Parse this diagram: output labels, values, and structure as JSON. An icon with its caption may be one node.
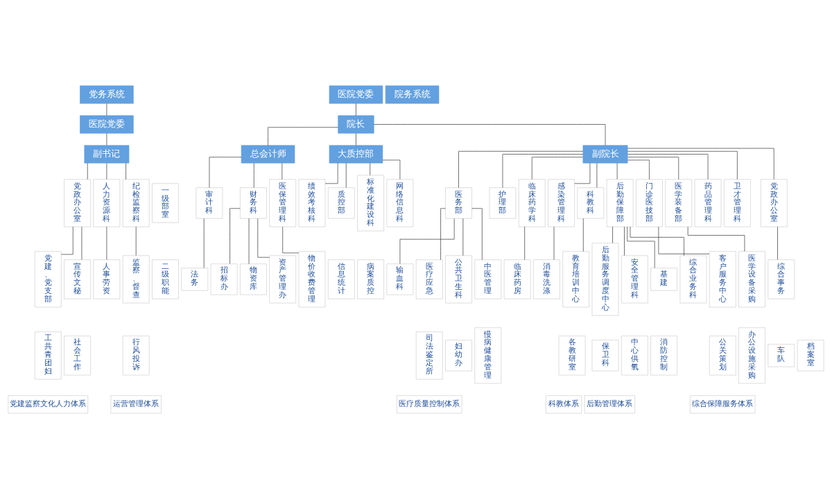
{
  "diagram": {
    "nodes": [
      {
        "text": [
          "党务系统"
        ]
      },
      {
        "text": [
          "医院党委"
        ]
      },
      {
        "text": [
          "副书记"
        ]
      },
      {
        "text": [
          "医院党委"
        ]
      },
      {
        "text": [
          "院长"
        ]
      },
      {
        "text": [
          "院务系统"
        ]
      },
      {
        "text": [
          "总会计师"
        ]
      },
      {
        "text": [
          "大质控部"
        ]
      },
      {
        "text": [
          "副院长"
        ]
      },
      {
        "text": [
          "党政办公室"
        ]
      },
      {
        "text": [
          "人力资源科"
        ]
      },
      {
        "text": [
          "纪检监察科"
        ]
      },
      {
        "text": [
          "审计科"
        ]
      },
      {
        "text": [
          "财务科"
        ]
      },
      {
        "text": [
          "医保管理科"
        ]
      },
      {
        "text": [
          "绩效考核科"
        ]
      },
      {
        "text": [
          "质控部"
        ]
      },
      {
        "text": [
          "标准化建设科"
        ]
      },
      {
        "text": [
          "网络信息科"
        ]
      },
      {
        "text": [
          "医务部"
        ]
      },
      {
        "text": [
          "护理部"
        ]
      },
      {
        "text": [
          "临床药学科"
        ]
      },
      {
        "text": [
          "感染管理科"
        ]
      },
      {
        "text": [
          "科教科"
        ]
      },
      {
        "text": [
          "后勤保障部"
        ]
      },
      {
        "text": [
          "门诊医技部"
        ]
      },
      {
        "text": [
          "医学装备部"
        ]
      },
      {
        "text": [
          "药品管理科"
        ]
      },
      {
        "text": [
          "卫才管理科"
        ]
      },
      {
        "text": [
          "党政办公室"
        ]
      },
      {
        "text": [
          "一级部室"
        ]
      },
      {
        "text": [
          "党建、党支部"
        ]
      },
      {
        "text": [
          "宣传文秘"
        ]
      },
      {
        "text": [
          "人事劳资"
        ]
      },
      {
        "text": [
          "监察、督查"
        ]
      },
      {
        "text": [
          "法务"
        ]
      },
      {
        "text": [
          "招标办"
        ]
      },
      {
        "text": [
          "物资库"
        ]
      },
      {
        "text": [
          "资产管理办"
        ]
      },
      {
        "text": [
          "物价收费管理"
        ]
      },
      {
        "text": [
          "信息统计"
        ]
      },
      {
        "text": [
          "病案质控"
        ]
      },
      {
        "text": [
          "输血科"
        ]
      },
      {
        "text": [
          "医疗应急"
        ]
      },
      {
        "text": [
          "公共卫生科"
        ]
      },
      {
        "text": [
          "中医管理"
        ]
      },
      {
        "text": [
          "临床药房"
        ]
      },
      {
        "text": [
          "消毒洗涤"
        ]
      },
      {
        "text": [
          "教育培训中心"
        ]
      },
      {
        "text": [
          "后勤服务调度中心"
        ]
      },
      {
        "text": [
          "安全管理科"
        ]
      },
      {
        "text": [
          "基建"
        ]
      },
      {
        "text": [
          "综合业务科"
        ]
      },
      {
        "text": [
          "客户服务中心"
        ]
      },
      {
        "text": [
          "医学设备采购"
        ]
      },
      {
        "text": [
          "综合事务"
        ]
      },
      {
        "text": [
          "二级职能"
        ]
      },
      {
        "text": [
          "工共青团妇"
        ]
      },
      {
        "text": [
          "社会工作"
        ]
      },
      {
        "text": [
          "行风投诉"
        ]
      },
      {
        "text": [
          "司法鉴定所"
        ]
      },
      {
        "text": [
          "妇幼办"
        ]
      },
      {
        "text": [
          "慢病健康管理"
        ]
      },
      {
        "text": [
          "各教研室"
        ]
      },
      {
        "text": [
          "保卫科"
        ]
      },
      {
        "text": [
          "中心供氧"
        ]
      },
      {
        "text": [
          "消防控制"
        ]
      },
      {
        "text": [
          "公关策划"
        ]
      },
      {
        "text": [
          "办公设施采购"
        ]
      },
      {
        "text": [
          "车队"
        ]
      },
      {
        "text": [
          "档案室"
        ]
      },
      {
        "text": [
          "党建监察文化人力体系"
        ]
      },
      {
        "text": [
          "运营管理体系"
        ]
      },
      {
        "text": [
          "医疗质量控制体系"
        ]
      },
      {
        "text": [
          "科教体系"
        ]
      },
      {
        "text": [
          "后勤管理体系"
        ]
      },
      {
        "text": [
          "综合保障服务体系"
        ]
      }
    ],
    "edges": [
      {
        "from": 0,
        "to": 1,
        "arrow": "none"
      },
      {
        "from": 1,
        "to": 2,
        "arrow": "none"
      },
      {
        "from": 3,
        "to": 4,
        "arrow": "none"
      },
      {
        "from": 4,
        "to": 6,
        "arrow": "none"
      },
      {
        "from": 4,
        "to": 7,
        "arrow": "none"
      },
      {
        "from": 4,
        "to": 8,
        "arrow": "none"
      },
      {
        "from": 2,
        "to": 9,
        "arrow": "none"
      },
      {
        "from": 2,
        "to": 10,
        "arrow": "none"
      },
      {
        "from": 2,
        "to": 11,
        "arrow": "none"
      },
      {
        "from": 6,
        "to": 12,
        "arrow": "none"
      },
      {
        "from": 6,
        "to": 13,
        "arrow": "none"
      },
      {
        "from": 6,
        "to": 14,
        "arrow": "none"
      },
      {
        "from": 7,
        "to": 15,
        "arrow": "none"
      },
      {
        "from": 7,
        "to": 16,
        "arrow": "none"
      },
      {
        "from": 7,
        "to": 17,
        "arrow": "none"
      },
      {
        "from": 7,
        "to": 18,
        "arrow": "none"
      },
      {
        "from": 8,
        "to": 19,
        "arrow": "none"
      },
      {
        "from": 8,
        "to": 20,
        "arrow": "none"
      },
      {
        "from": 8,
        "to": 21,
        "arrow": "none"
      },
      {
        "from": 8,
        "to": 22,
        "arrow": "none"
      },
      {
        "from": 8,
        "to": 23,
        "arrow": "none"
      },
      {
        "from": 8,
        "to": 24,
        "arrow": "none"
      },
      {
        "from": 8,
        "to": 25,
        "arrow": "none"
      },
      {
        "from": 8,
        "to": 26,
        "arrow": "none"
      },
      {
        "from": 8,
        "to": 27,
        "arrow": "none"
      },
      {
        "from": 8,
        "to": 28,
        "arrow": "none"
      },
      {
        "from": 8,
        "to": 29,
        "arrow": "none"
      },
      {
        "from": 9,
        "to": 31,
        "arrow": "none"
      },
      {
        "from": 9,
        "to": 32,
        "arrow": "none"
      },
      {
        "from": 10,
        "to": 33,
        "arrow": "none"
      },
      {
        "from": 11,
        "to": 34,
        "arrow": "none"
      },
      {
        "from": 12,
        "to": 35,
        "arrow": "none"
      },
      {
        "from": 13,
        "to": 36,
        "arrow": "none"
      },
      {
        "from": 13,
        "to": 37,
        "arrow": "none"
      },
      {
        "from": 13,
        "to": 38,
        "arrow": "none"
      },
      {
        "from": 14,
        "to": 39,
        "arrow": "none"
      },
      {
        "from": 19,
        "to": 42,
        "arrow": "none"
      },
      {
        "from": 19,
        "to": 43,
        "arrow": "none"
      },
      {
        "from": 19,
        "to": 44,
        "arrow": "none"
      },
      {
        "from": 19,
        "to": 45,
        "arrow": "none"
      },
      {
        "from": 21,
        "to": 46,
        "arrow": "none"
      },
      {
        "from": 22,
        "to": 47,
        "arrow": "none"
      },
      {
        "from": 23,
        "to": 48,
        "arrow": "none"
      },
      {
        "from": 24,
        "to": 49,
        "arrow": "none"
      },
      {
        "from": 24,
        "to": 50,
        "arrow": "none"
      },
      {
        "from": 24,
        "to": 51,
        "arrow": "none"
      },
      {
        "from": 24,
        "to": 52,
        "arrow": "none"
      },
      {
        "from": 25,
        "to": 53,
        "arrow": "none"
      },
      {
        "from": 26,
        "to": 54,
        "arrow": "none"
      },
      {
        "from": 29,
        "to": 55,
        "arrow": "none"
      }
    ]
  }
}
